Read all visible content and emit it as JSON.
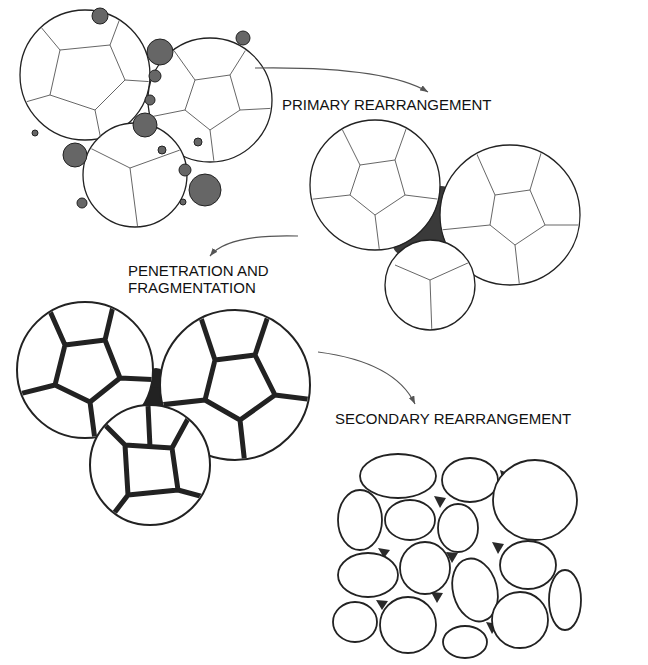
{
  "diagram": {
    "labels": [
      "PRIMARY REARRANGEMENT",
      "PENETRATION AND FRAGMENTATION",
      "SECONDARY REARRANGEMENT"
    ]
  }
}
